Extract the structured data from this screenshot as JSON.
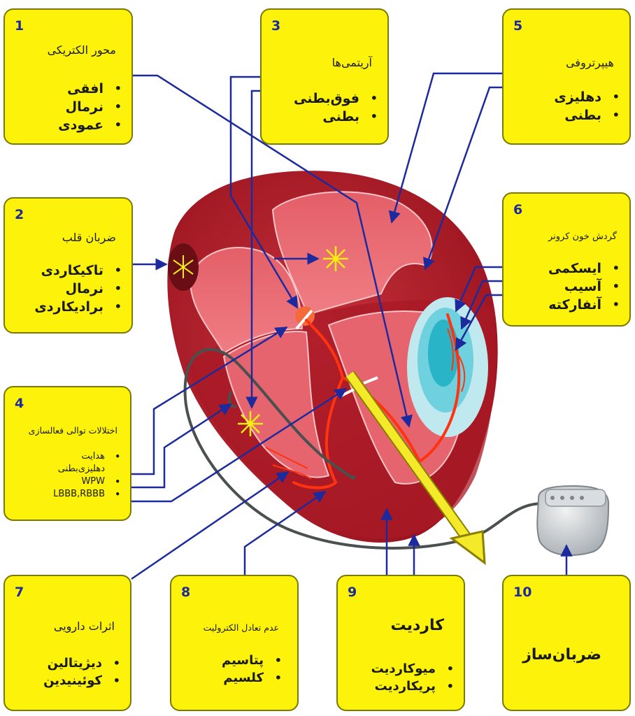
{
  "boxes": [
    {
      "num": "1",
      "title": "محور الکتریکی",
      "items": [
        "افقی",
        "نرمال",
        "عمودی"
      ]
    },
    {
      "num": "2",
      "title": "ضربان قلب",
      "items": [
        "تاکیکاردی",
        "نرمال",
        "برادیکاردی"
      ]
    },
    {
      "num": "3",
      "title": "آریتمی‌ها",
      "items": [
        "فوق‌بطنی",
        "بطنی"
      ]
    },
    {
      "num": "4",
      "title": "اختلالات توالی فعالسازی",
      "items": [
        "هدایت دهلیزی‌بطنی",
        "WPW",
        "LBBB,RBBB"
      ]
    },
    {
      "num": "5",
      "title": "هیپرتروفی",
      "items": [
        "دهلیزی",
        "بطنی"
      ]
    },
    {
      "num": "6",
      "title": "گردش خون کرونر",
      "items": [
        "ایسکمی",
        "آسیب",
        "آنفارکته"
      ]
    },
    {
      "num": "7",
      "title": "اثرات دارویی",
      "items": [
        "دیژیتالین",
        "کوئینیدین"
      ]
    },
    {
      "num": "8",
      "title": "عدم تعادل الکترولیت",
      "items": [
        "پتاسیم",
        "کلسیم"
      ]
    },
    {
      "num": "9",
      "title": "کاردیت",
      "items": [
        "میوکاردیت",
        "پریکاردیت"
      ]
    },
    {
      "num": "10",
      "title": "ضربان‌ساز",
      "items": []
    }
  ],
  "colors": {
    "box_fill": "#fdf20a",
    "arrow": "#1c2a9e",
    "heart_outer": "#b3202c",
    "heart_inner": "#e56b73",
    "conduction": "#ff3311"
  }
}
